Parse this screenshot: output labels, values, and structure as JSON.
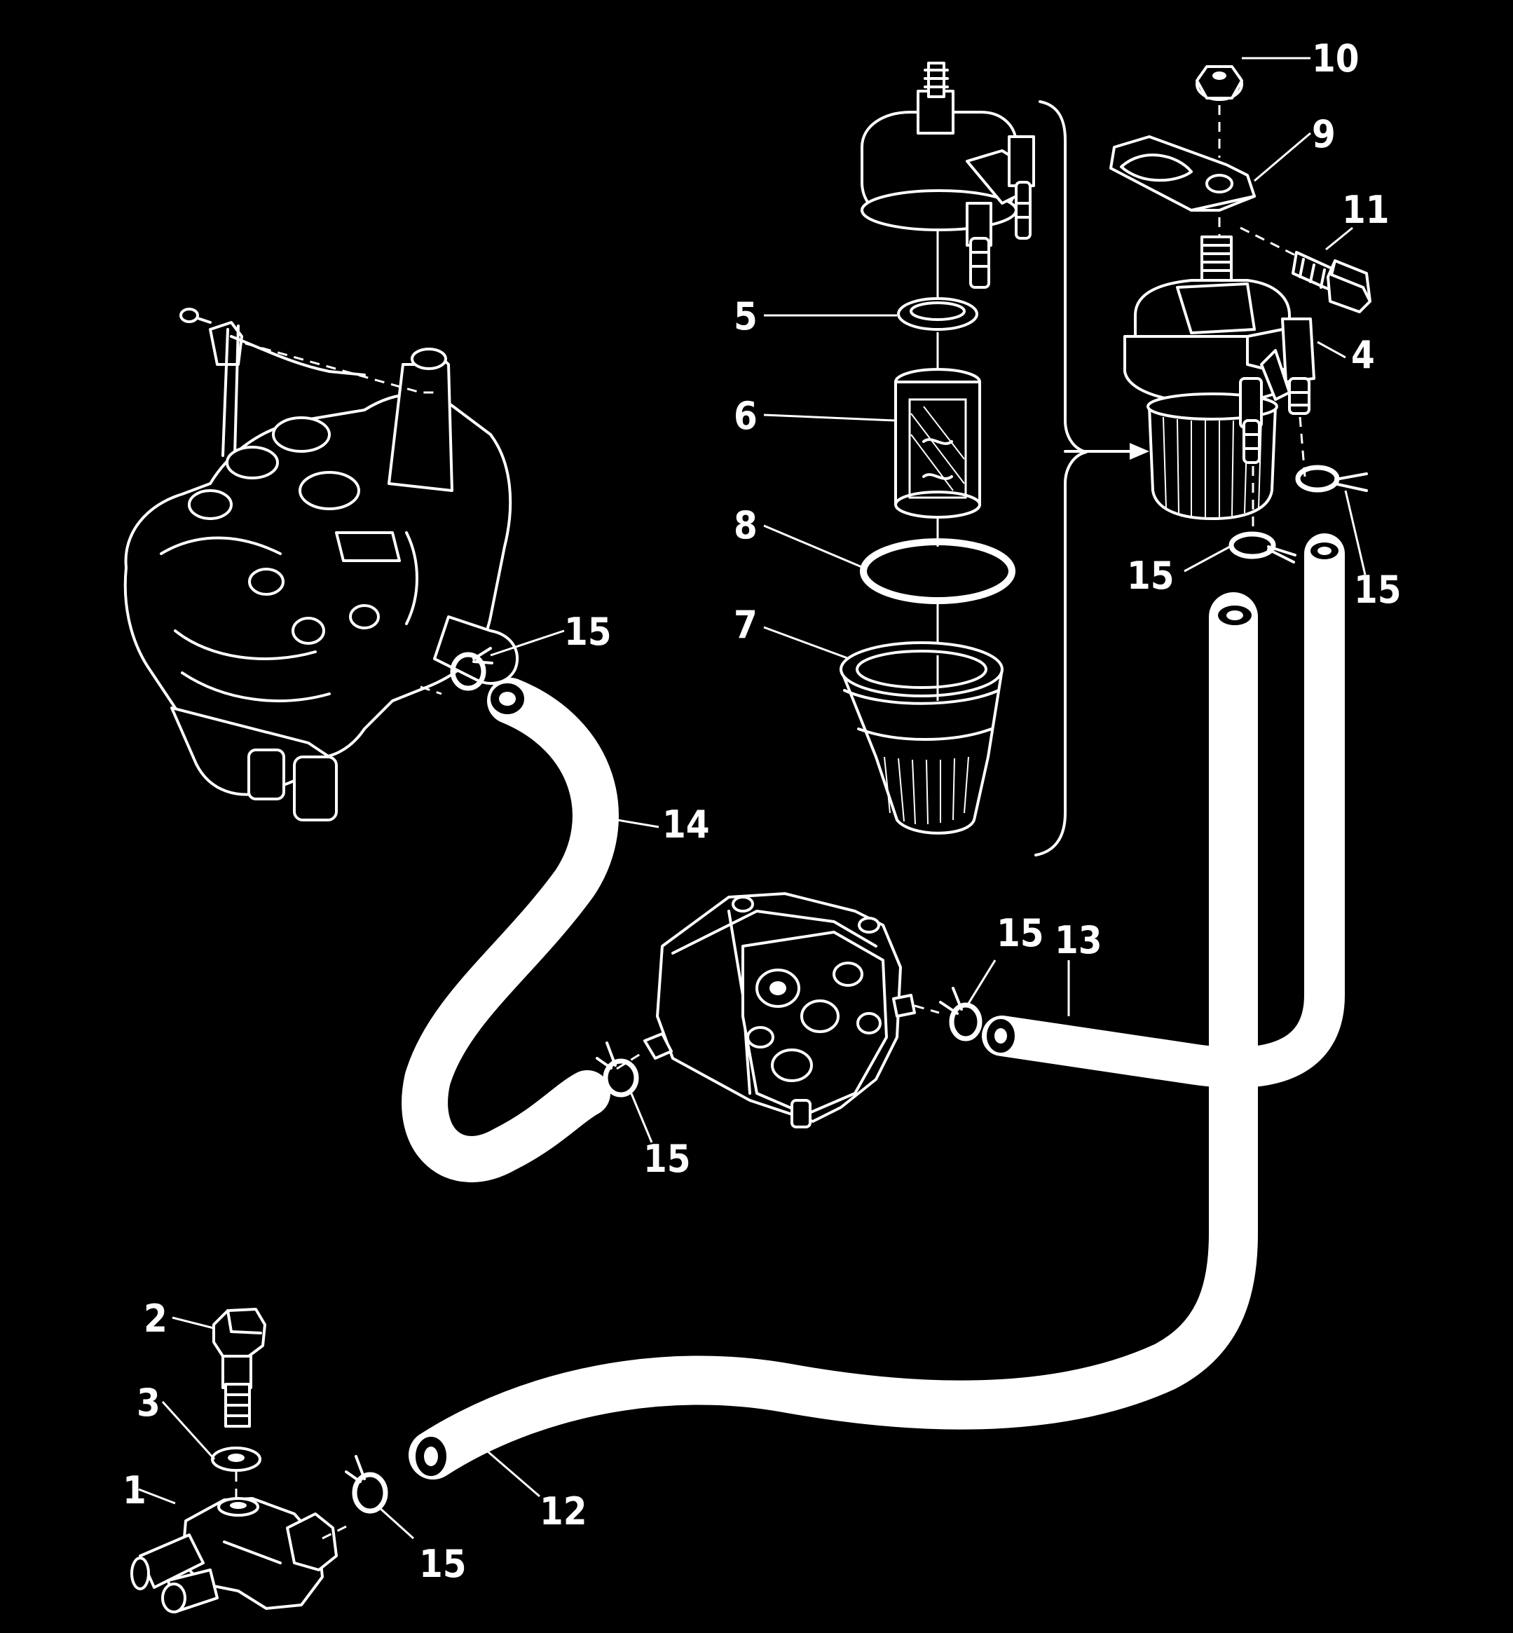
{
  "callouts": {
    "c1": "1",
    "c2": "2",
    "c3": "3",
    "c4": "4",
    "c5": "5",
    "c6": "6",
    "c7": "7",
    "c8": "8",
    "c9": "9",
    "c10": "10",
    "c11": "11",
    "c12": "12",
    "c13": "13",
    "c14": "14",
    "c15a": "15",
    "c15b": "15",
    "c15c": "15",
    "c15d": "15",
    "c15e": "15",
    "c15f": "15"
  },
  "colors": {
    "background": "#000000",
    "linework": "#ffffff"
  }
}
